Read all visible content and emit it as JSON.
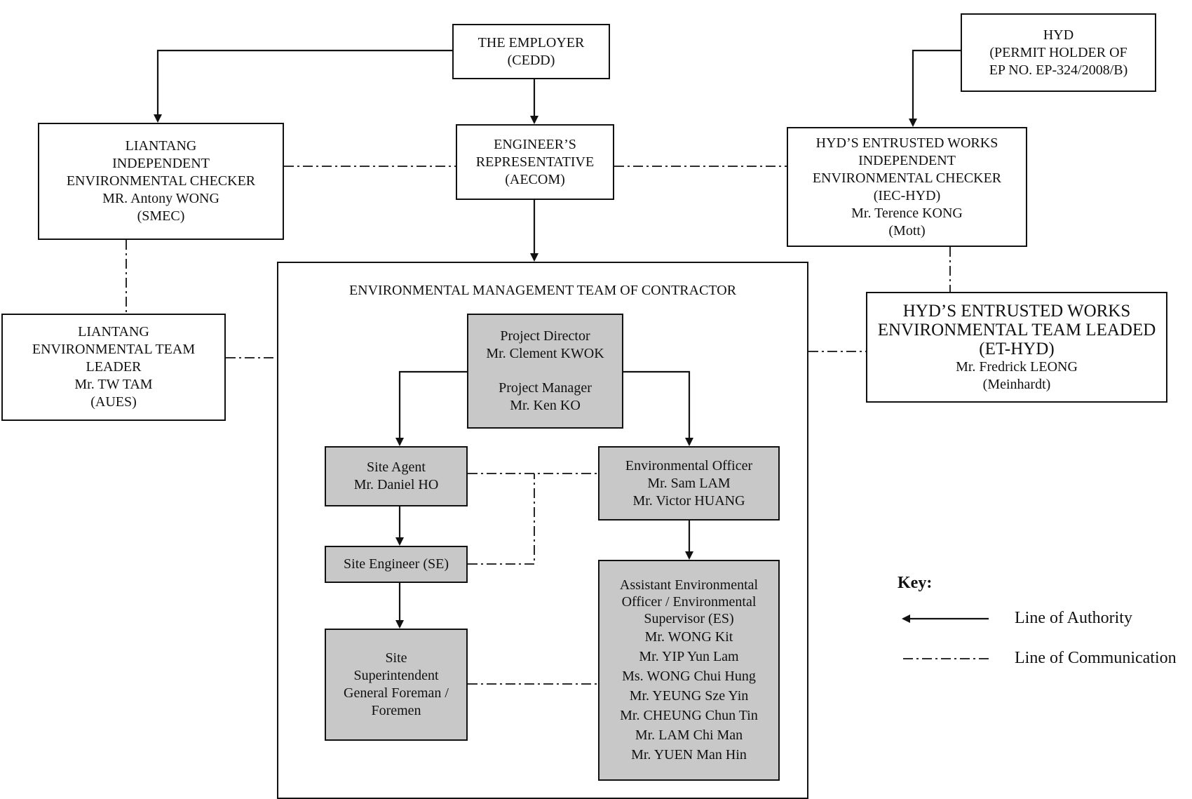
{
  "nodes": {
    "employer": {
      "lines": [
        "THE EMPLOYER",
        "(CEDD)"
      ]
    },
    "hyd": {
      "lines": [
        "HYD",
        "(PERMIT HOLDER OF",
        "EP NO. EP-324/2008/B)"
      ]
    },
    "liantang_iec": {
      "lines": [
        "LIANTANG",
        "INDEPENDENT",
        "ENVIRONMENTAL CHECKER",
        "MR. Antony WONG",
        "(SMEC)"
      ]
    },
    "engineers_rep": {
      "lines": [
        "ENGINEER’S",
        "REPRESENTATIVE",
        "(AECOM)"
      ]
    },
    "iec_hyd": {
      "lines": [
        "HYD’S ENTRUSTED WORKS",
        "INDEPENDENT",
        "ENVIRONMENTAL CHECKER",
        "(IEC-HYD)",
        "Mr. Terence KONG",
        "(Mott)"
      ]
    },
    "liantang_et": {
      "lines": [
        "LIANTANG",
        "ENVIRONMENTAL TEAM",
        "LEADER",
        "Mr. TW TAM",
        "(AUES)"
      ]
    },
    "et_hyd": {
      "title_lines": [
        "HYD’S ENTRUSTED WORKS",
        "ENVIRONMENTAL TEAM LEADED",
        "(ET-HYD)"
      ],
      "detail_lines": [
        "Mr. Fredrick LEONG",
        "(Meinhardt)"
      ]
    },
    "project_director": {
      "director_lines": [
        "Project Director",
        "Mr. Clement KWOK"
      ],
      "manager_lines": [
        "Project Manager",
        "Mr. Ken KO"
      ]
    },
    "site_agent": {
      "lines": [
        "Site Agent",
        "Mr. Daniel HO"
      ]
    },
    "env_officer": {
      "lines": [
        "Environmental Officer",
        "Mr. Sam LAM",
        "Mr. Victor HUANG"
      ]
    },
    "site_engineer": {
      "lines": [
        "Site Engineer (SE)"
      ]
    },
    "site_superintendent": {
      "lines": [
        "Site",
        "Superintendent",
        "General Foreman /",
        "Foremen"
      ]
    },
    "asst_env_officer": {
      "lines": [
        "Assistant Environmental",
        "Officer / Environmental",
        "Supervisor (ES)",
        "Mr. WONG Kit",
        "Mr. YIP Yun Lam",
        "Ms. WONG Chui Hung",
        "Mr. YEUNG Sze Yin",
        "Mr. CHEUNG Chun Tin",
        "Mr. LAM Chi Man",
        "Mr. YUEN Man Hin"
      ]
    }
  },
  "container": {
    "title": "ENVIRONMENTAL MANAGEMENT TEAM OF CONTRACTOR"
  },
  "key": {
    "title": "Key:",
    "authority_label": "Line of Authority",
    "communication_label": "Line of Communication"
  },
  "colors": {
    "line": "#111111",
    "grey_box": "#c8c8c8",
    "box_border": "#111111"
  }
}
